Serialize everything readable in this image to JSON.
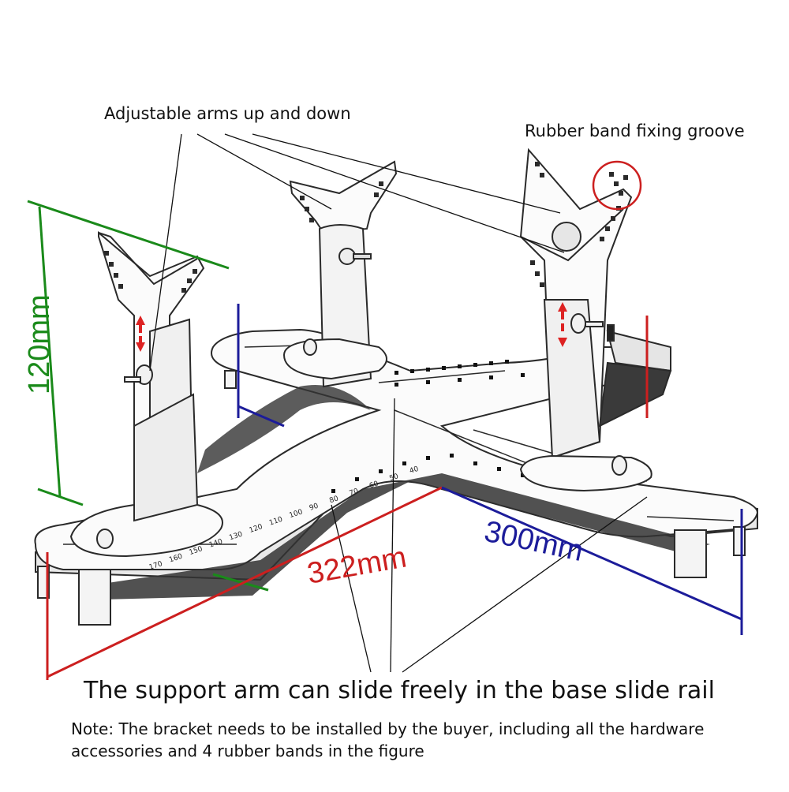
{
  "labels": {
    "adjustable_arms": "Adjustable arms up and down",
    "rubber_band_groove": "Rubber band fixing groove",
    "slide_rail": "The support arm can slide freely in the base slide rail",
    "note_line1": "Note: The bracket needs to be installed by the buyer, including all the hardware",
    "note_line2": "accessories and 4 rubber bands in the figure"
  },
  "dimensions": {
    "height": "120mm",
    "length": "322mm",
    "width": "300mm"
  },
  "scale_ticks": [
    "170",
    "160",
    "150",
    "140",
    "130",
    "120",
    "110",
    "100",
    "90",
    "80",
    "70",
    "60",
    "50",
    "40"
  ],
  "colors": {
    "height_dim": "#1a8a1a",
    "length_dim": "#cc1f1f",
    "width_dim": "#1c1c9a",
    "groove_circle": "#cc1f1f",
    "line_art": "#2a2a2a",
    "shadow": "#333333"
  }
}
